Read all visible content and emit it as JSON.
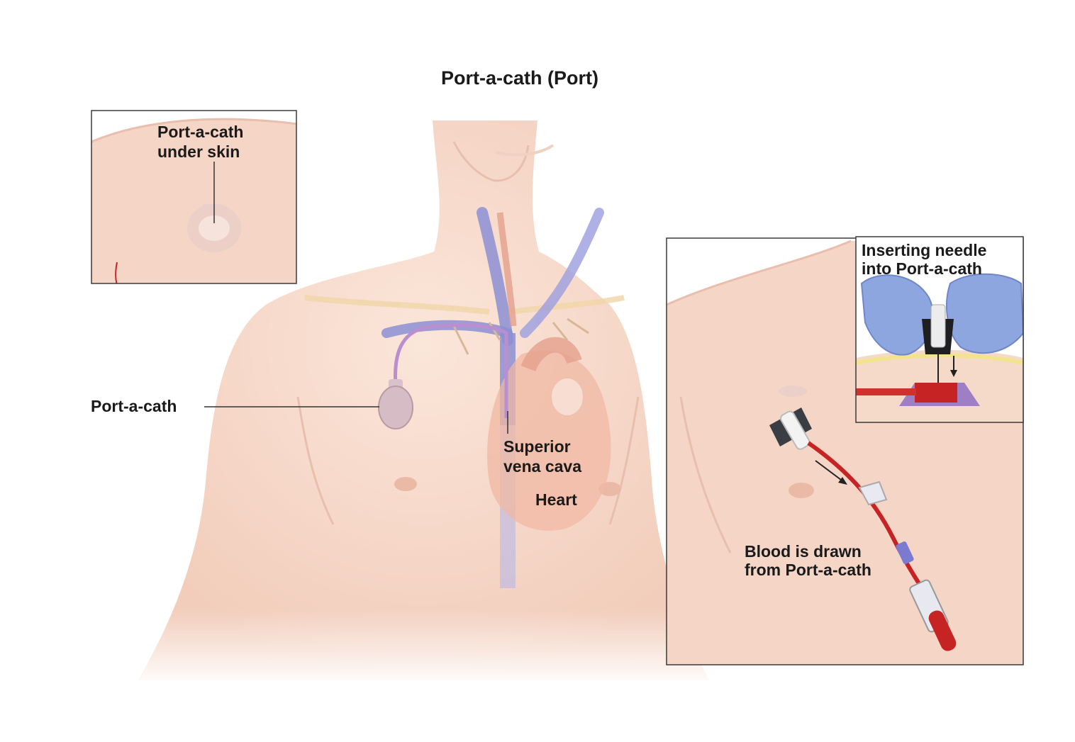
{
  "title": "Port-a-cath (Port)",
  "labels": {
    "under_skin_line1": "Port-a-cath",
    "under_skin_line2": "under skin",
    "port": "Port-a-cath",
    "svc_line1": "Superior",
    "svc_line2": "vena cava",
    "heart": "Heart",
    "inserting_line1": "Inserting needle",
    "inserting_line2": "into Port-a-cath",
    "blood_line1": "Blood is drawn",
    "blood_line2": "from Port-a-cath"
  },
  "colors": {
    "skin": "#f7ddd0",
    "skin_shade": "#eec4b1",
    "vein": "#8c8fd4",
    "artery": "#e3a08c",
    "blood": "#c62424",
    "glove": "#8ea6e0",
    "frame": "#3a3a3a"
  }
}
